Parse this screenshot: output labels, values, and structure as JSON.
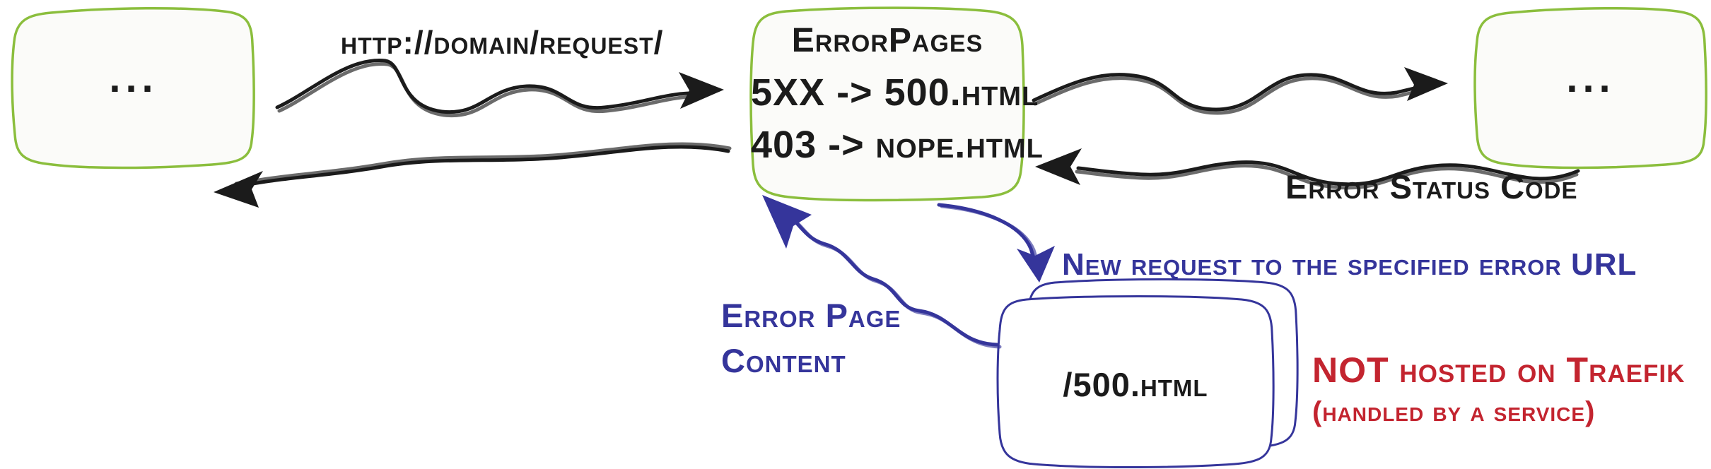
{
  "colors": {
    "green": "#8bbe3d",
    "ink": "#1b1b1b",
    "blue": "#35359b",
    "red": "#c3242f",
    "box_fill": "#fbfbf9"
  },
  "nodes": {
    "left": {
      "label": "..."
    },
    "right": {
      "label": "..."
    }
  },
  "error_pages": {
    "title": "ErrorPages",
    "rules": [
      "5XX -> 500.html",
      "403 -> nope.html"
    ]
  },
  "error_doc": {
    "label": "/500.html"
  },
  "labels": {
    "request_url": "http://domain/request/",
    "error_status": "Error Status Code",
    "new_request": "New request to the specified error URL",
    "error_page_content_line1": "Error Page",
    "error_page_content_line2": "Content",
    "not_hosted_line1": "NOT hosted on Traefik",
    "not_hosted_line2": "(handled by a service)"
  },
  "icons": [
    "arrow-right-icon",
    "arrow-left-icon",
    "arrow-down-icon",
    "arrow-up-left-icon"
  ]
}
